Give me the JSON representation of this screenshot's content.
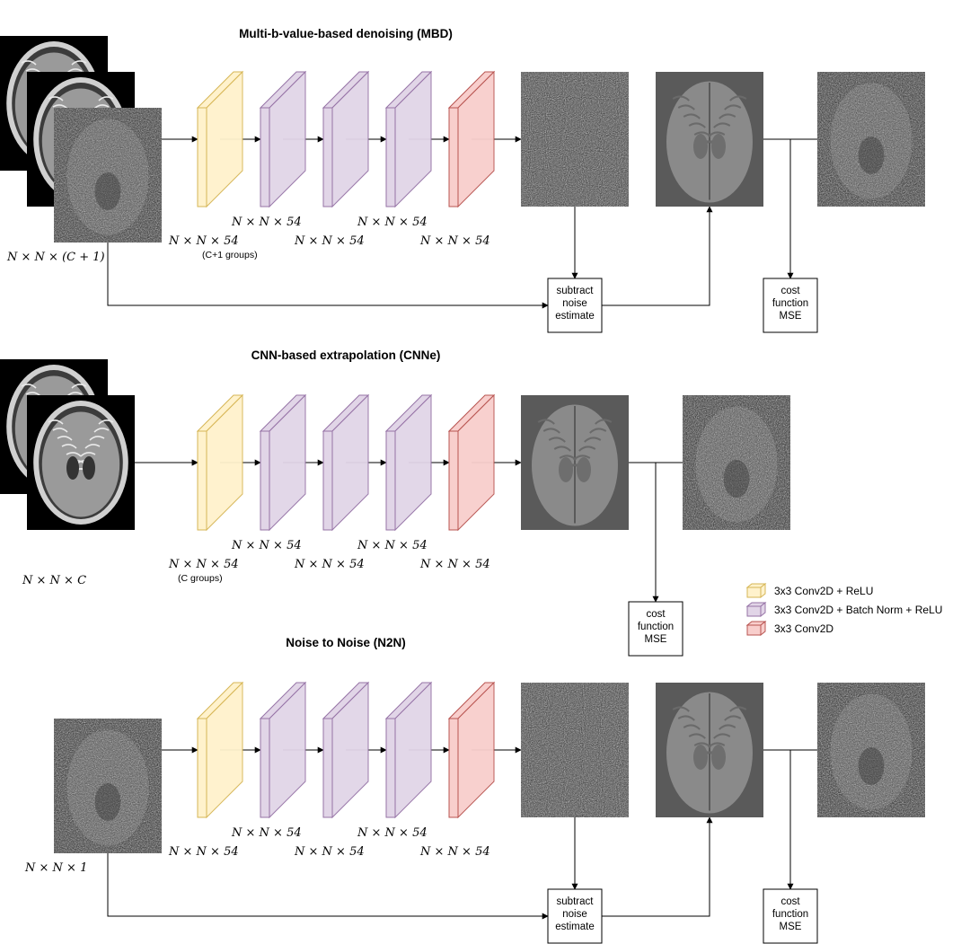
{
  "sections": {
    "mbd": {
      "title": "Multi-b-value-based denoising (MBD)",
      "input_label": "N × N × (C + 1)",
      "dims_upper": [
        "N × N × 54",
        "N × N × 54"
      ],
      "dims_lower": [
        "N × N × 54",
        "N × N × 54",
        "N × N × 54"
      ],
      "groups_note": "(C+1 groups)",
      "subtract_box": [
        "subtract",
        "noise",
        "estimate"
      ],
      "cost_box": [
        "cost",
        "function",
        "MSE"
      ]
    },
    "cnne": {
      "title": "CNN-based extrapolation (CNNe)",
      "input_label": "N × N × C",
      "dims_upper": [
        "N × N × 54",
        "N × N × 54"
      ],
      "dims_lower": [
        "N × N × 54",
        "N × N × 54",
        "N × N × 54"
      ],
      "groups_note": "(C groups)",
      "cost_box": [
        "cost",
        "function",
        "MSE"
      ]
    },
    "n2n": {
      "title": "Noise to Noise (N2N)",
      "input_label": "N × N × 1",
      "dims_upper": [
        "N × N × 54",
        "N × N × 54"
      ],
      "dims_lower": [
        "N × N × 54",
        "N × N × 54",
        "N × N × 54"
      ],
      "subtract_box": [
        "subtract",
        "noise",
        "estimate"
      ],
      "cost_box": [
        "cost",
        "function",
        "MSE"
      ]
    }
  },
  "legend": {
    "items": [
      {
        "label": "3x3 Conv2D +  ReLU",
        "color": "#fff2cc",
        "stroke": "#d6b656"
      },
      {
        "label": "3x3 Conv2D + Batch Norm + ReLU",
        "color": "#e1d5e7",
        "stroke": "#9673a6"
      },
      {
        "label": "3x3 Conv2D",
        "color": "#f8cecc",
        "stroke": "#b85450"
      }
    ]
  },
  "colors": {
    "yellow": "#fff2cc",
    "yellow_stroke": "#d6b656",
    "purple": "#e1d5e7",
    "purple_stroke": "#9673a6",
    "red": "#f8cecc",
    "red_stroke": "#b85450",
    "brain_bg": "#5a5a5a"
  }
}
